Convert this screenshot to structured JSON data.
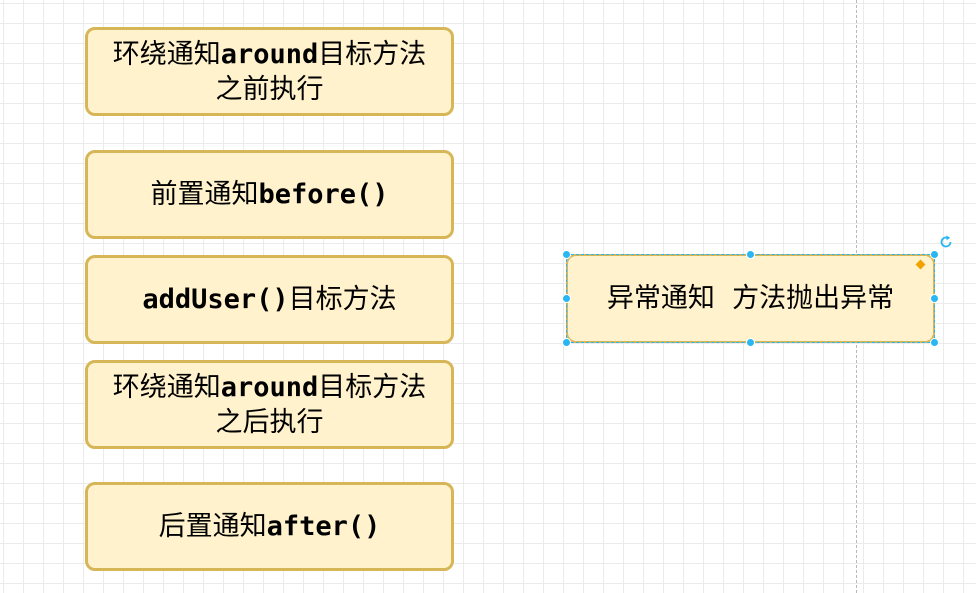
{
  "canvas": {
    "grid_color": "#ebebeb",
    "shape_fill": "#fff2cc",
    "shape_stroke": "#d6b656",
    "selection_color": "#29b6f2",
    "anchor_color": "#f2a200"
  },
  "nodes": {
    "around_before": {
      "prefix": "环绕通知",
      "code": "around",
      "suffix": "目标方法",
      "line2": "之前执行"
    },
    "before": {
      "prefix": "前置通知",
      "code": "before()"
    },
    "target": {
      "code": "addUser()",
      "suffix": "目标方法"
    },
    "around_after": {
      "prefix": "环绕通知",
      "code": "around",
      "suffix": "目标方法",
      "line2": "之后执行"
    },
    "after": {
      "prefix": "后置通知",
      "code": "after()"
    },
    "exception": {
      "text": "异常通知  方法抛出异常"
    }
  },
  "selection": {
    "rotate_icon": "rotate-icon",
    "connection_point_icon": "diamond-icon"
  }
}
